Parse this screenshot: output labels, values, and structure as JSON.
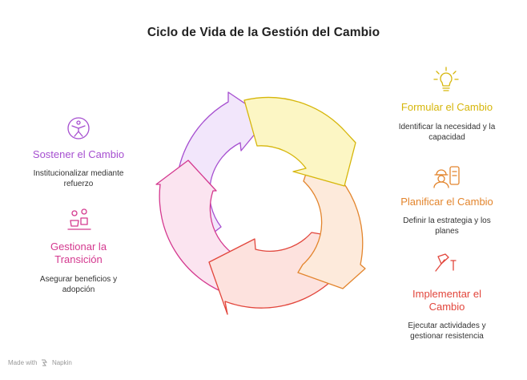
{
  "title": "Ciclo de Vida de la Gestión del Cambio",
  "colors": {
    "formular": "#d6b60a",
    "planificar": "#e3852d",
    "implementar": "#e2463c",
    "gestionar": "#d4398f",
    "sostener": "#a64fd0"
  },
  "steps": [
    {
      "id": "formular",
      "title": "Formular el Cambio",
      "desc": [
        "Identificar la necesidad y la",
        "capacidad"
      ],
      "icon": "lightbulb-icon"
    },
    {
      "id": "planificar",
      "title": "Planificar el Cambio",
      "desc": [
        "Definir la estrategia y los",
        "planes"
      ],
      "icon": "engineer-blueprint-icon"
    },
    {
      "id": "implementar",
      "title": [
        "Implementar el",
        "Cambio"
      ],
      "desc": [
        "Ejecutar actividades y",
        "gestionar resistencia"
      ],
      "icon": "hammer-nail-icon"
    },
    {
      "id": "gestionar",
      "title": [
        "Gestionar la",
        "Transición"
      ],
      "desc": [
        "Asegurar beneficios y",
        "adopción"
      ],
      "icon": "people-icon"
    },
    {
      "id": "sostener",
      "title": "Sostener el Cambio",
      "desc": [
        "Institucionalizar mediante",
        "refuerzo"
      ],
      "icon": "accessibility-person-icon"
    }
  ],
  "footer": {
    "prefix": "Made with",
    "brand": "Napkin"
  }
}
